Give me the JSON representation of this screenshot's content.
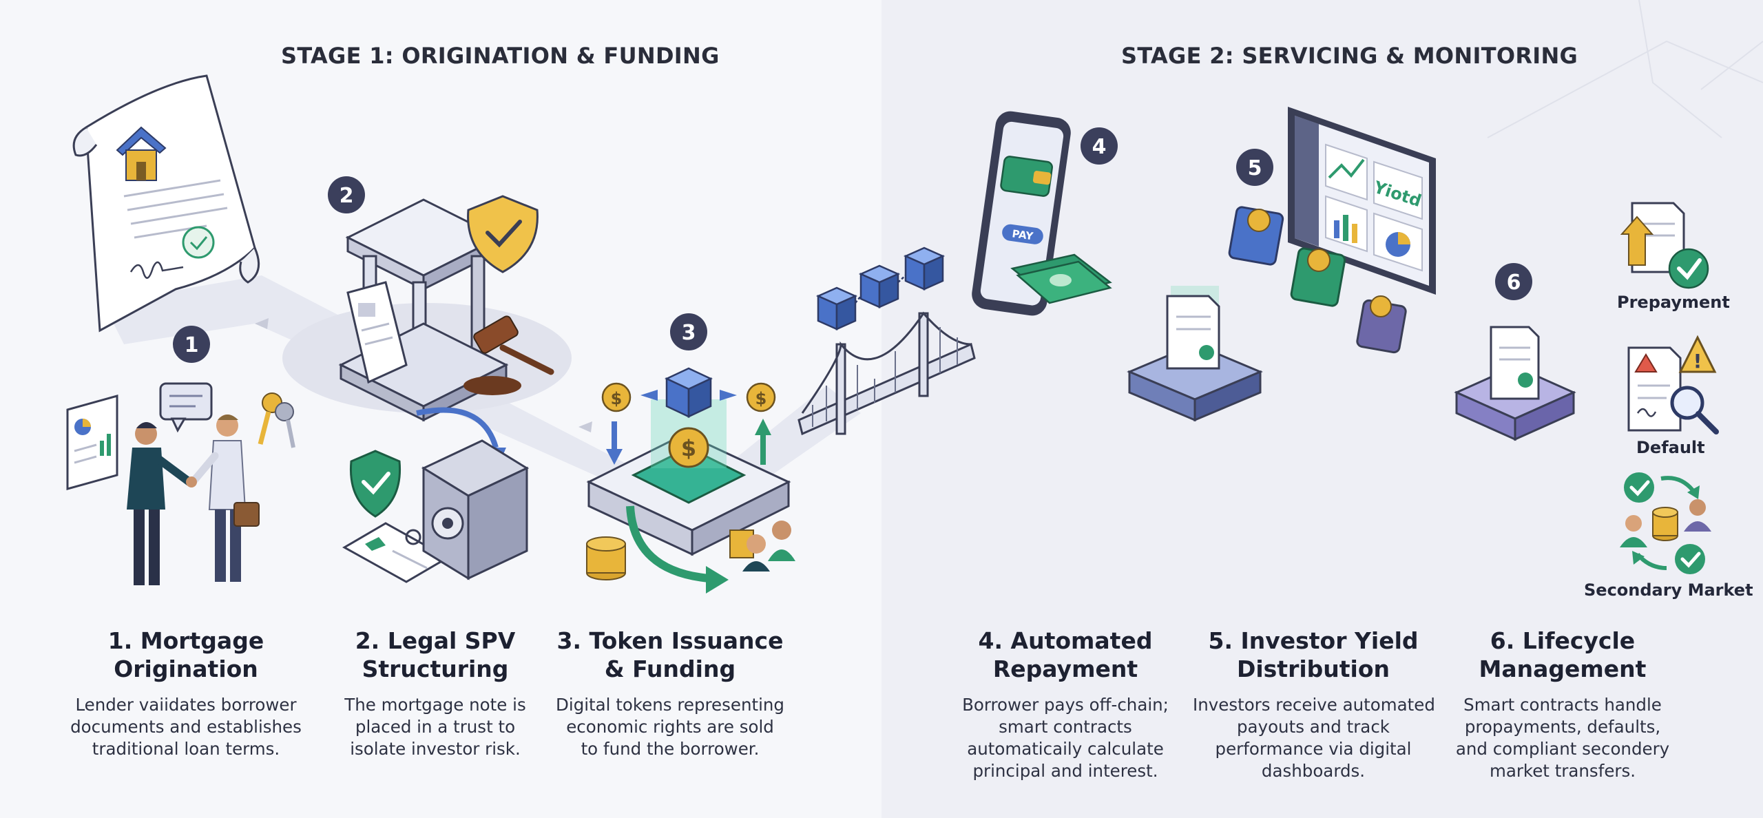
{
  "stages": [
    {
      "title": "STAGE 1: ORIGINATION & FUNDING"
    },
    {
      "title": "STAGE 2: SERVICING & MONITORING"
    }
  ],
  "steps": [
    {
      "badge": "1",
      "title_lines": [
        "1. Mortgage",
        "Origination"
      ],
      "desc_lines": [
        "Lender vaiidates borrower",
        "documents and establishes",
        "traditional loan terms."
      ]
    },
    {
      "badge": "2",
      "title_lines": [
        "2. Legal SPV",
        "Structuring"
      ],
      "desc_lines": [
        "The mortgage note is",
        "placed in a trust to",
        "isolate investor risk."
      ]
    },
    {
      "badge": "3",
      "title_lines": [
        "3. Token Issuance",
        "& Funding"
      ],
      "desc_lines": [
        "Digital tokens representing",
        "economic rights are sold",
        "to fund the borrower."
      ]
    },
    {
      "badge": "4",
      "title_lines": [
        "4. Automated",
        "Repayment"
      ],
      "desc_lines": [
        "Borrower pays off-chain;",
        "smart contracts",
        "automaticaily calculate",
        "principal and interest."
      ]
    },
    {
      "badge": "5",
      "title_lines": [
        "5. Investor Yield",
        "Distribution"
      ],
      "desc_lines": [
        "Investors receive automated",
        "payouts and track",
        "performance via digital",
        "dashboards."
      ]
    },
    {
      "badge": "6",
      "title_lines": [
        "6. Lifecycle",
        "Management"
      ],
      "desc_lines": [
        "Smart contracts handle",
        "propayments, defaults,",
        "and compliant secondery",
        "market transfers."
      ]
    }
  ],
  "outcomes": [
    {
      "label": "Prepayment",
      "icon": "prepayment-icon"
    },
    {
      "label": "Default",
      "icon": "default-icon"
    },
    {
      "label": "Secondary Market",
      "icon": "secondary-market-icon"
    }
  ],
  "phone": {
    "pay_label": "PAY"
  },
  "dashboard": {
    "card_label": "Yiotd"
  },
  "colors": {
    "badge": "#3b3f5c",
    "accent_green": "#2e9a6e",
    "accent_blue": "#4a72c8",
    "coin_gold": "#e8b53a",
    "panel_left": "#f6f7fa",
    "panel_right": "#eeeff5"
  }
}
